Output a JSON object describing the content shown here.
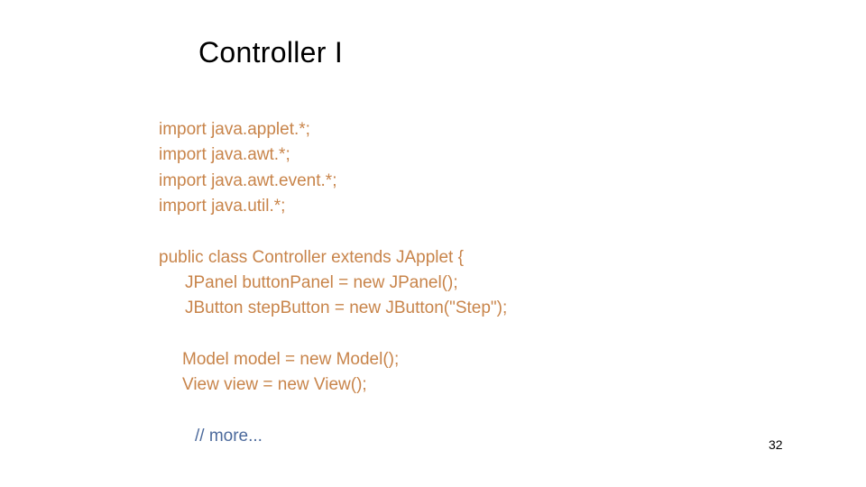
{
  "slide": {
    "title": "Controller I",
    "page_number": "32",
    "background_color": "#ffffff",
    "title_color": "#000000"
  },
  "colors": {
    "code": "#C8844A",
    "comment": "#4C6A9C",
    "page_number": "#000000"
  },
  "code": {
    "language": "java",
    "lines": [
      {
        "text": "import java.applet.*;",
        "indent": 0,
        "role": "code"
      },
      {
        "text": "import java.awt.*;",
        "indent": 0,
        "role": "code"
      },
      {
        "text": "import java.awt.event.*;",
        "indent": 0,
        "role": "code"
      },
      {
        "text": "import java.util.*;",
        "indent": 0,
        "role": "code"
      },
      {
        "text": "",
        "indent": 0,
        "role": "blank"
      },
      {
        "text": "public class Controller extends JApplet {",
        "indent": 0,
        "role": "code"
      },
      {
        "text": "JPanel buttonPanel = new JPanel();",
        "indent": 1,
        "role": "code"
      },
      {
        "text": "JButton stepButton = new JButton(\"Step\");",
        "indent": 1,
        "role": "code"
      },
      {
        "text": "",
        "indent": 0,
        "role": "blank"
      },
      {
        "text": "Model model = new Model();",
        "indent": 2,
        "role": "code"
      },
      {
        "text": "View view = new View();",
        "indent": 2,
        "role": "code"
      },
      {
        "text": "",
        "indent": 0,
        "role": "blank"
      },
      {
        "text": "// more...",
        "indent": 3,
        "role": "comment"
      }
    ]
  }
}
